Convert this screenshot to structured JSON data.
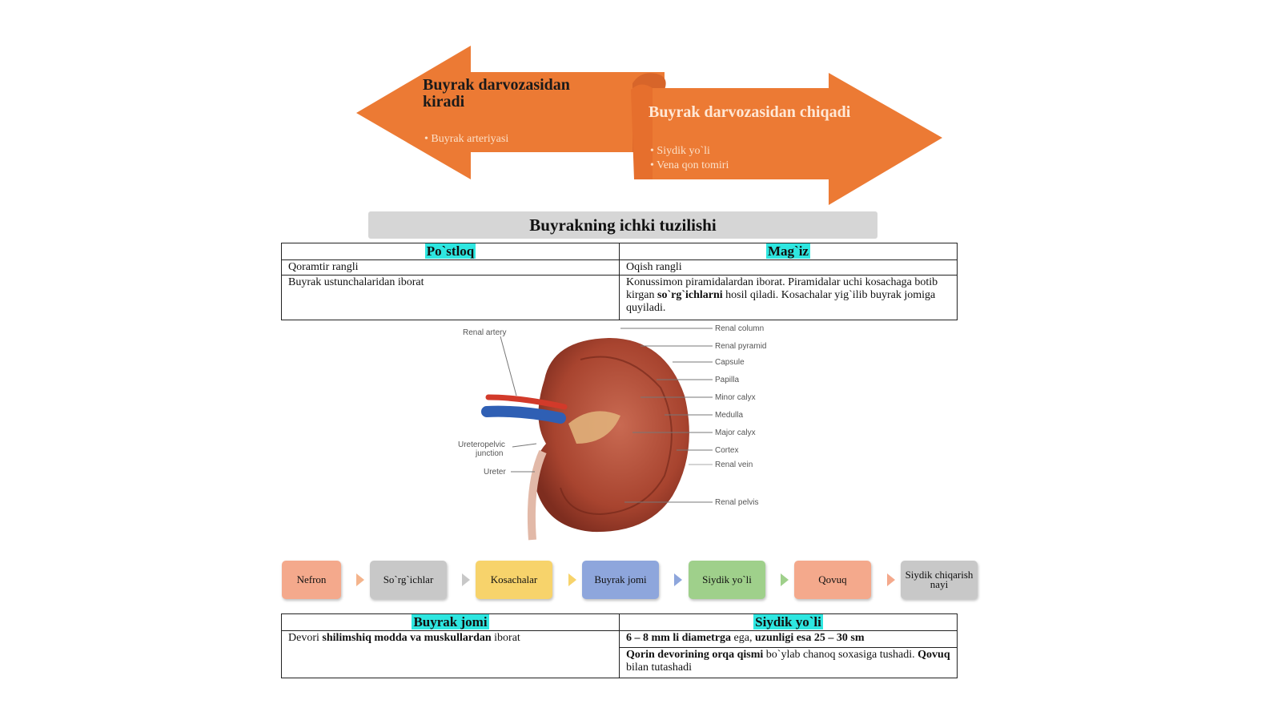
{
  "arrows": {
    "in_title": "Buyrak darvozasidan kiradi",
    "in_items": [
      "Buyrak arteriyasi"
    ],
    "out_title": "Buyrak darvozasidan chiqadi",
    "out_items": [
      "Siydik yo`li",
      "Vena qon tomiri"
    ],
    "colors": {
      "in": "#ec7a34",
      "out": "#ec7a34"
    }
  },
  "section_title": "Buyrakning ichki tuzilishi",
  "table1": {
    "headers": [
      "Po`stloq",
      "Mag`iz"
    ],
    "row1": [
      "Qoramtir rangli",
      "Oqish rangli"
    ],
    "row2_left": "Buyrak ustunchalaridan iborat",
    "row2_right_a": "Konussimon piramidalardan iborat. Piramidalar uchi kosachaga botib kirgan ",
    "row2_right_bold": "so`rg`ichlarni",
    "row2_right_b": " hosil qiladi. Kosachalar yig`ilib buyrak jomiga quyiladi."
  },
  "kidney_labels": {
    "renal_artery": "Renal artery",
    "ureteropelvic": [
      "Ureteropelvic",
      "junction"
    ],
    "ureter": "Ureter",
    "right": [
      "Renal column",
      "Renal pyramid",
      "Capsule",
      "Papilla",
      "Minor calyx",
      "Medulla",
      "Major calyx",
      "Cortex",
      "Renal vein",
      "Renal pelvis"
    ]
  },
  "flow": {
    "steps": [
      {
        "label": "Nefron",
        "color": "#f4a98c"
      },
      {
        "label": "So`rg`ichlar",
        "color": "#c8c8c8"
      },
      {
        "label": "Kosachalar",
        "color": "#f7d36b"
      },
      {
        "label": "Buyrak jomi",
        "color": "#8ea6dc"
      },
      {
        "label": "Siydik yo`li",
        "color": "#9fd08b"
      },
      {
        "label": "Qovuq",
        "color": "#f4a98c"
      },
      {
        "label": "Siydik chiqarish nayi",
        "color": "#c8c8c8"
      }
    ],
    "arrow_colors": [
      "#f4b48c",
      "#c8c8c8",
      "#f7d36b",
      "#8ea6dc",
      "#9fd08b",
      "#f4a98c"
    ]
  },
  "table2": {
    "headers": [
      "Buyrak jomi",
      "Siydik yo`li"
    ],
    "left_a": "Devori ",
    "left_bold": "shilimshiq modda va muskullardan",
    "left_b": " iborat",
    "right1_bold_a": "6 – 8 mm li diametrga",
    "right1_mid": " ega, ",
    "right1_bold_b": "uzunligi esa 25 – 30 sm",
    "right2_bold_a": "Qorin devorining orqa qismi",
    "right2_mid": " bo`ylab chanoq soxasiga tushadi. ",
    "right2_bold_b": "Qovuq",
    "right2_end": " bilan tutashadi"
  }
}
